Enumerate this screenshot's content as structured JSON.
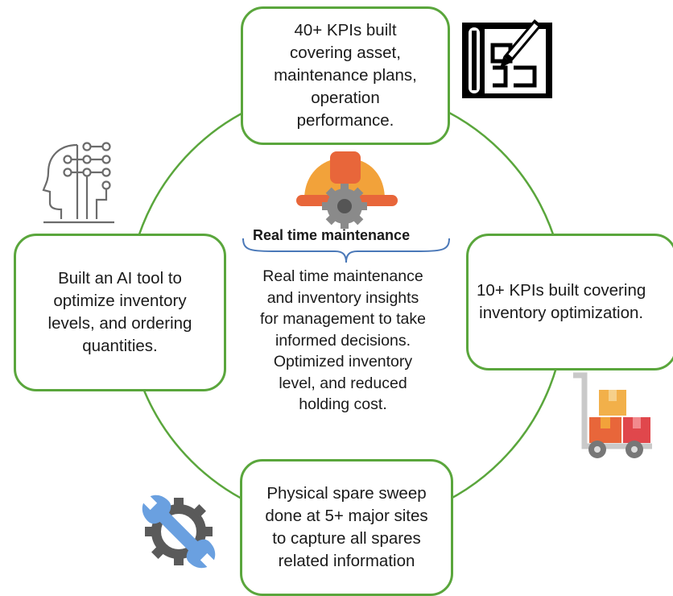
{
  "colors": {
    "ring": "#5aa63c",
    "box_border": "#5aa63c",
    "brace": "#4a78b8"
  },
  "center": {
    "title": "Real time maintenance",
    "text": "Real time maintenance\nand inventory insights\nfor management to take\ninformed decisions.\nOptimized inventory\nlevel, and reduced\nholding cost."
  },
  "boxes": {
    "top": "40+ KPIs built\ncovering asset,\nmaintenance plans,\noperation\nperformance.",
    "left": "Built an AI tool to\noptimize inventory\nlevels, and ordering\nquantities.",
    "right": "10+ KPIs built covering\ninventory optimization.",
    "bottom": "Physical spare sweep\ndone at 5+ major sites\nto capture all spares\nrelated information"
  },
  "icons": {
    "top_right": "blueprint-pencil-icon",
    "left": "ai-head-circuit-icon",
    "center": "hard-hat-gear-icon",
    "right": "hand-truck-boxes-icon",
    "bottom_left": "wrench-gear-icon"
  }
}
